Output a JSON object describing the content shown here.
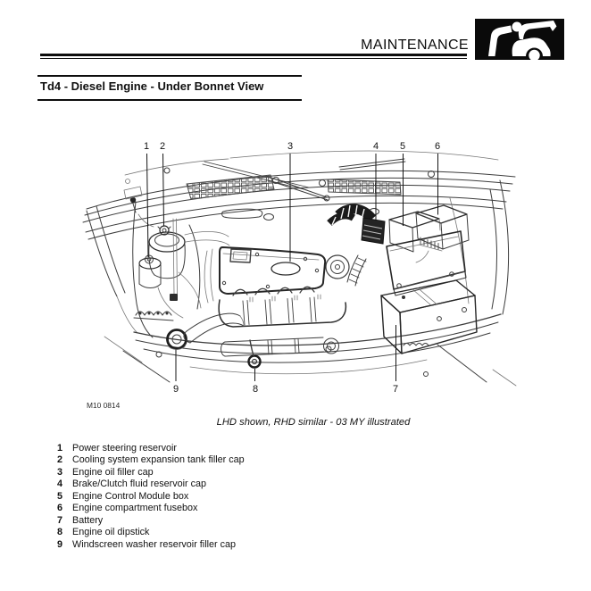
{
  "page": {
    "header": {
      "section_label": "MAINTENANCE",
      "icon": "mechanic-under-bonnet-icon"
    },
    "title": "Td4 - Diesel Engine - Under Bonnet View",
    "figure": {
      "code": "M10 0814",
      "caption": "LHD shown, RHD similar - 03 MY illustrated",
      "callout_numbers": [
        "1",
        "2",
        "3",
        "4",
        "5",
        "6",
        "7",
        "8",
        "9"
      ]
    },
    "legend": {
      "items": [
        {
          "number": "1",
          "label": "Power steering reservoir"
        },
        {
          "number": "2",
          "label": "Cooling system expansion tank filler cap"
        },
        {
          "number": "3",
          "label": "Engine oil filler cap"
        },
        {
          "number": "4",
          "label": "Brake/Clutch fluid reservoir cap"
        },
        {
          "number": "5",
          "label": "Engine Control Module box"
        },
        {
          "number": "6",
          "label": "Engine compartment fusebox"
        },
        {
          "number": "7",
          "label": "Battery"
        },
        {
          "number": "8",
          "label": "Engine oil dipstick"
        },
        {
          "number": "9",
          "label": "Windscreen washer reservoir filler cap"
        }
      ]
    },
    "colors": {
      "ink": "#111111",
      "line_art": "#3d3d3d",
      "icon_background": "#0a0a0a",
      "background": "#ffffff"
    }
  }
}
